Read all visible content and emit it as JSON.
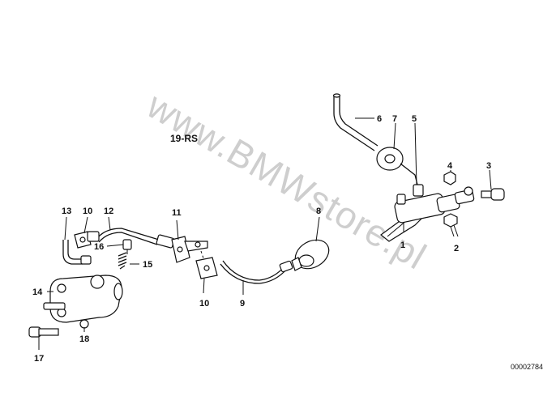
{
  "group_label": "19-RS",
  "watermark": "www.BMWstore.pl",
  "diagram_code": "00002784",
  "callouts": [
    "1",
    "2",
    "3",
    "4",
    "5",
    "6",
    "7",
    "8",
    "9",
    "10",
    "10",
    "11",
    "12",
    "13",
    "14",
    "15",
    "16",
    "17",
    "18"
  ]
}
